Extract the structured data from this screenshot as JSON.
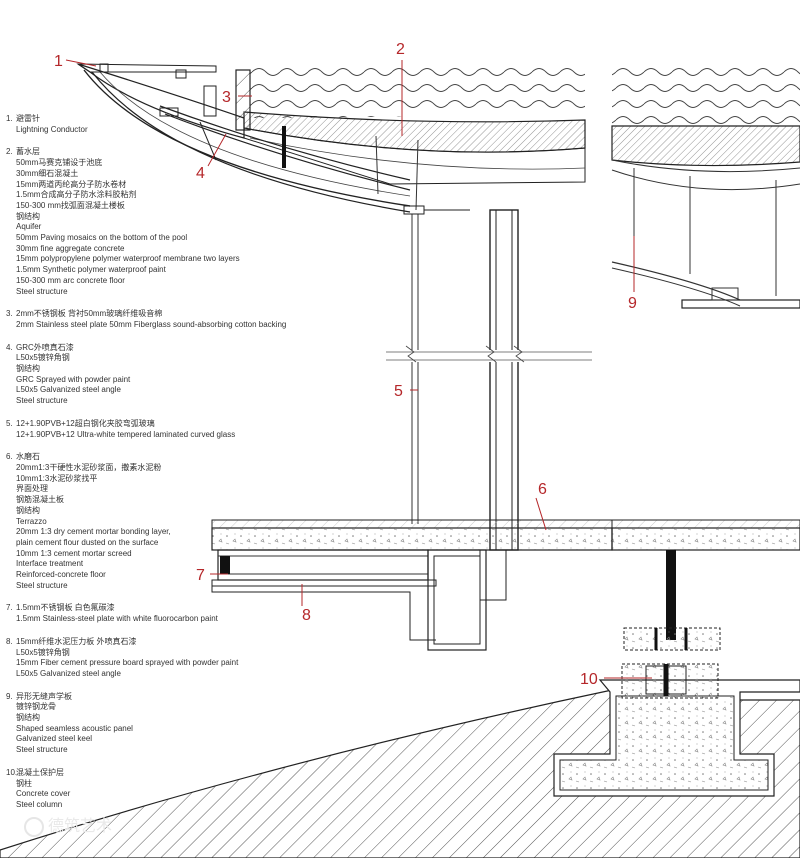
{
  "callouts": [
    "1",
    "2",
    "3",
    "4",
    "5",
    "6",
    "7",
    "8",
    "9",
    "10"
  ],
  "legend": [
    {
      "num": "1.",
      "lines": [
        "避雷针",
        "Lightning Conductor"
      ]
    },
    {
      "num": "2.",
      "lines": [
        "蓄水层",
        "50mm马赛克铺设于池底",
        "30mm细石混凝土",
        "15mm两道丙纶高分子防水卷材",
        "1.5mm合成高分子防水涂料胶粘剂",
        "150-300 mm找弧面混凝土楼板",
        "钢结构",
        "Aquifer",
        "50mm Paving mosaics on the bottom of the pool",
        "30mm fine aggregate concrete",
        "15mm polypropylene polymer waterproof membrane two layers",
        "1.5mm Synthetic polymer waterproof paint",
        "150-300 mm arc concrete floor",
        "Steel structure"
      ]
    },
    {
      "num": "3.",
      "lines": [
        "2mm不锈钢板 背衬50mm玻璃纤维吸音棉",
        "2mm Stainless steel plate  50mm Fiberglass sound-absorbing cotton backing"
      ]
    },
    {
      "num": "4.",
      "lines": [
        "GRC外喷真石漆",
        "L50x5镀锌角钢",
        "钢结构",
        "GRC Sprayed with powder paint",
        "L50x5 Galvanized steel angle",
        "Steel structure"
      ]
    },
    {
      "num": "5.",
      "lines": [
        "12+1.90PVB+12超白钢化夹胶弯弧玻璃",
        "12+1.90PVB+12 Ultra-white tempered laminated curved glass"
      ]
    },
    {
      "num": "6.",
      "lines": [
        "水磨石",
        "20mm1:3干硬性水泥砂浆面，撒素水泥粉",
        "10mm1:3水泥砂浆找平",
        "界面处理",
        "钢筋混凝土板",
        "钢结构",
        "Terrazzo",
        "20mm 1:3 dry cement mortar bonding layer,",
        "plain cement flour dusted on the surface",
        "10mm 1:3 cement mortar screed",
        "Interface treatment",
        "Reinforced-concrete floor",
        "Steel structure"
      ]
    },
    {
      "num": "7.",
      "lines": [
        "1.5mm不锈钢板 白色氟碳漆",
        "1.5mm Stainless-steel plate with white fluorocarbon paint"
      ]
    },
    {
      "num": "8.",
      "lines": [
        "15mm纤维水泥压力板 外喷真石漆",
        "L50x5镀锌角钢",
        "15mm Fiber cement pressure board sprayed with powder paint",
        "L50x5 Galvanized steel angle"
      ]
    },
    {
      "num": "9.",
      "lines": [
        "异形无缝声学板",
        "镀锌钢龙骨",
        "钢结构",
        "Shaped seamless acoustic panel",
        "Galvanized steel keel",
        "Steel structure"
      ]
    },
    {
      "num": "10.",
      "lines": [
        "混凝土保护层",
        "钢柱",
        "Concrete cover",
        "Steel column"
      ]
    }
  ],
  "watermark": "德筑艺术"
}
